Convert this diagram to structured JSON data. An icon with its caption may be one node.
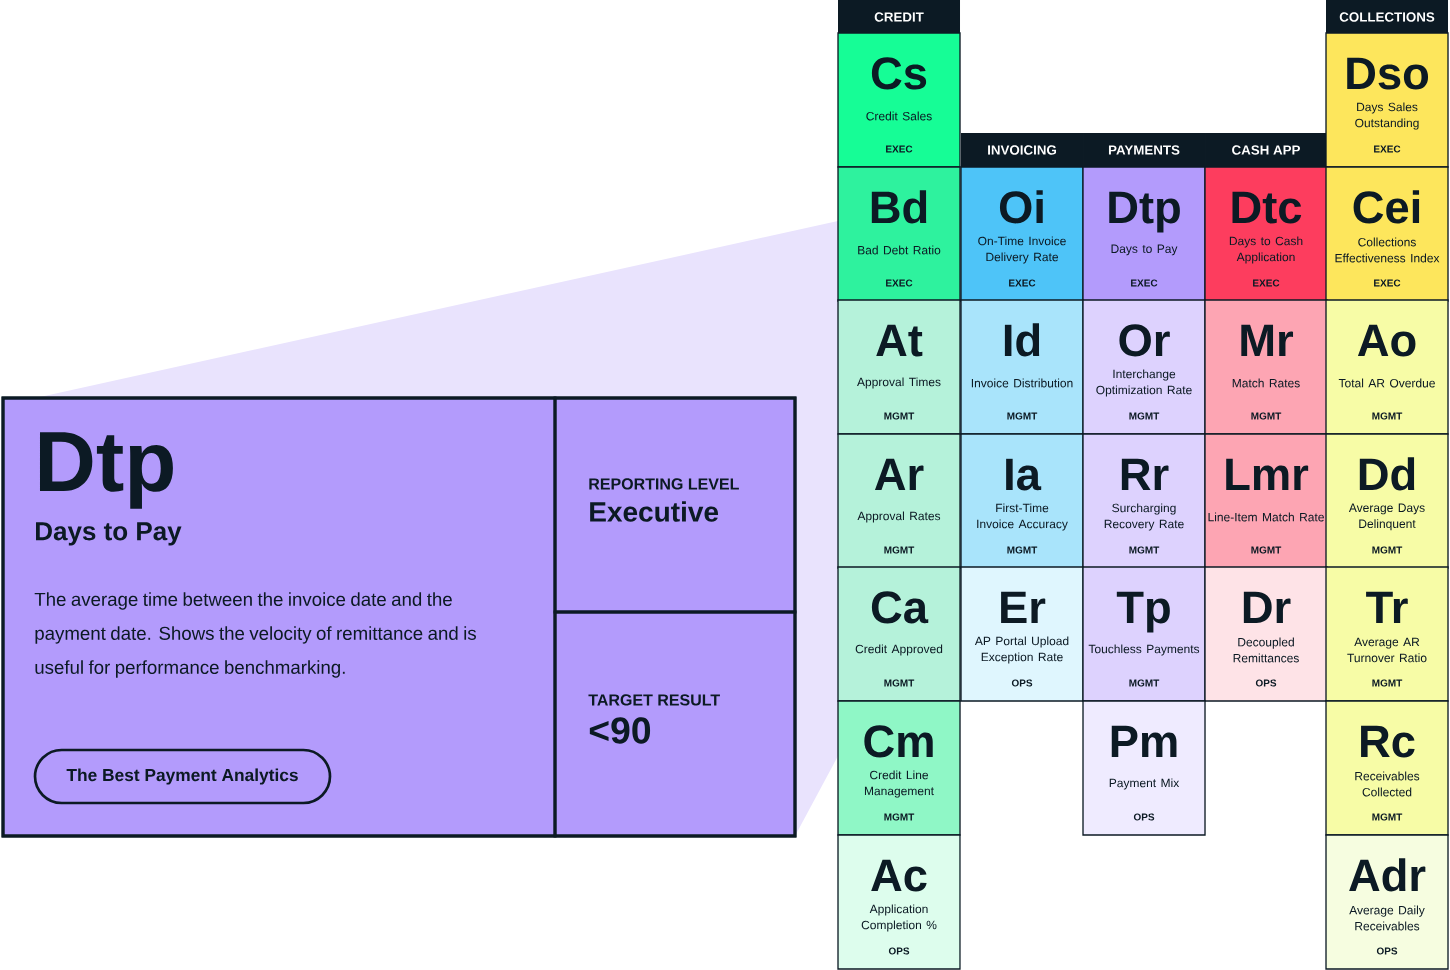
{
  "diagram": {
    "nodes": [
      {
        "text": [],
        "shape": "box"
      },
      {
        "text": [
          "Dtp",
          "Days to Pay",
          "The average time between the invoice date and the payment date. Shows the velocity of remittance and is useful for performance benchmarking."
        ],
        "in": 0
      },
      {
        "text": [
          "The Best Payment Analytics"
        ],
        "in": 1
      },
      {
        "text": [
          "REPORTING LEVEL",
          "Executive"
        ],
        "in": 0
      },
      {
        "text": [
          "TARGET RESULT",
          "<90"
        ],
        "in": 0
      },
      {
        "text": [
          "CREDIT"
        ]
      },
      {
        "text": [
          "INVOICING"
        ]
      },
      {
        "text": [
          "PAYMENTS"
        ]
      },
      {
        "text": [
          "CASH APP"
        ]
      },
      {
        "text": [
          "COLLECTIONS"
        ]
      },
      {
        "text": [
          "Cs",
          "Credit Sales",
          "EXEC"
        ]
      },
      {
        "text": [
          "Dso",
          "Days Sales Outstanding",
          "EXEC"
        ]
      },
      {
        "text": [
          "Bd",
          "Bad Debt Ratio",
          "EXEC"
        ]
      },
      {
        "text": [
          "Oi",
          "On-Time Invoice Delivery Rate",
          "EXEC"
        ]
      },
      {
        "text": [
          "Dtp",
          "Days to Pay",
          "EXEC"
        ]
      },
      {
        "text": [
          "Dtc",
          "Days to Cash Application",
          "EXEC"
        ]
      },
      {
        "text": [
          "Cei",
          "Collections Effectiveness Index",
          "EXEC"
        ]
      },
      {
        "text": [
          "At",
          "Approval Times",
          "MGMT"
        ]
      },
      {
        "text": [
          "Id",
          "Invoice Distribution",
          "MGMT"
        ]
      },
      {
        "text": [
          "Or",
          "Interchange Optimization Rate",
          "MGMT"
        ]
      },
      {
        "text": [
          "Mr",
          "Match Rates",
          "MGMT"
        ]
      },
      {
        "text": [
          "Ao",
          "Total AR Overdue",
          "MGMT"
        ]
      },
      {
        "text": [
          "Ar",
          "Approval Rates",
          "MGMT"
        ]
      },
      {
        "text": [
          "Ia",
          "First-Time Invoice Accuracy",
          "MGMT"
        ]
      },
      {
        "text": [
          "Rr",
          "Surcharging Recovery Rate",
          "MGMT"
        ]
      },
      {
        "text": [
          "Lmr",
          "Line-Item Match Rate",
          "MGMT"
        ]
      },
      {
        "text": [
          "Dd",
          "Average Days Delinquent",
          "MGMT"
        ]
      },
      {
        "text": [
          "Ca",
          "Credit Approved",
          "MGMT"
        ]
      },
      {
        "text": [
          "Er",
          "AP Portal Upload Exception Rate",
          "OPS"
        ]
      },
      {
        "text": [
          "Tp",
          "Touchless Payments",
          "MGMT"
        ]
      },
      {
        "text": [
          "Dr",
          "Decoupled Remittances",
          "OPS"
        ]
      },
      {
        "text": [
          "Tr",
          "Average AR Turnover Ratio",
          "MGMT"
        ]
      },
      {
        "text": [
          "Cm",
          "Credit Line Management",
          "MGMT"
        ]
      },
      {
        "text": [
          "Pm",
          "Payment Mix",
          "OPS"
        ]
      },
      {
        "text": [
          "Rc",
          "Receivables Collected",
          "MGMT"
        ]
      },
      {
        "text": [
          "Ac",
          "Application Completion %",
          "OPS"
        ]
      },
      {
        "text": [
          "Adr",
          "Average Daily Receivables",
          "OPS"
        ]
      }
    ]
  }
}
